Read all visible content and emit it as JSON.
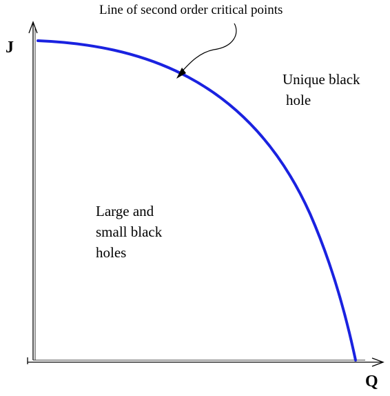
{
  "diagram": {
    "annotation": "Line of second order critical points",
    "axes": {
      "x_label": "Q",
      "y_label": "J"
    },
    "regions": {
      "outer": [
        "Unique black",
        "hole"
      ],
      "inner": [
        "Large and",
        "small black",
        "holes"
      ]
    },
    "colors": {
      "curve": "#1a22e0",
      "axes": "#000000",
      "text": "#000000"
    }
  }
}
